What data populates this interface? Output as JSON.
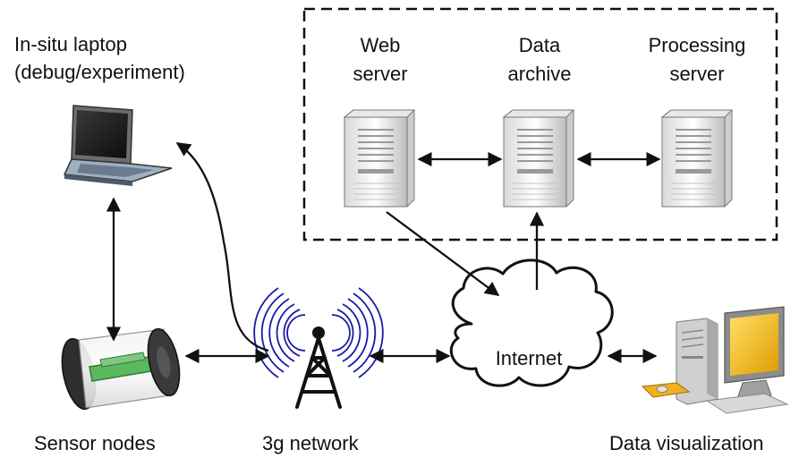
{
  "labels": {
    "laptop_line1": "In-situ laptop",
    "laptop_line2": "(debug/experiment)",
    "web_line1": "Web",
    "web_line2": "server",
    "archive_line1": "Data",
    "archive_line2": "archive",
    "processing_line1": "Processing",
    "processing_line2": "server",
    "internet": "Internet",
    "sensor_nodes": "Sensor nodes",
    "network": "3g network",
    "visualization": "Data visualization"
  },
  "colors": {
    "arrow": "#111111",
    "dashed_box": "#111111",
    "antenna_waves": "#1a1aa8",
    "sensor_board": "#4caf50",
    "monitor_screen": "#f5b800"
  },
  "icons": [
    "laptop-icon",
    "server-icon",
    "cloud-icon",
    "antenna-icon",
    "sensor-node-icon",
    "desktop-computer-icon"
  ]
}
